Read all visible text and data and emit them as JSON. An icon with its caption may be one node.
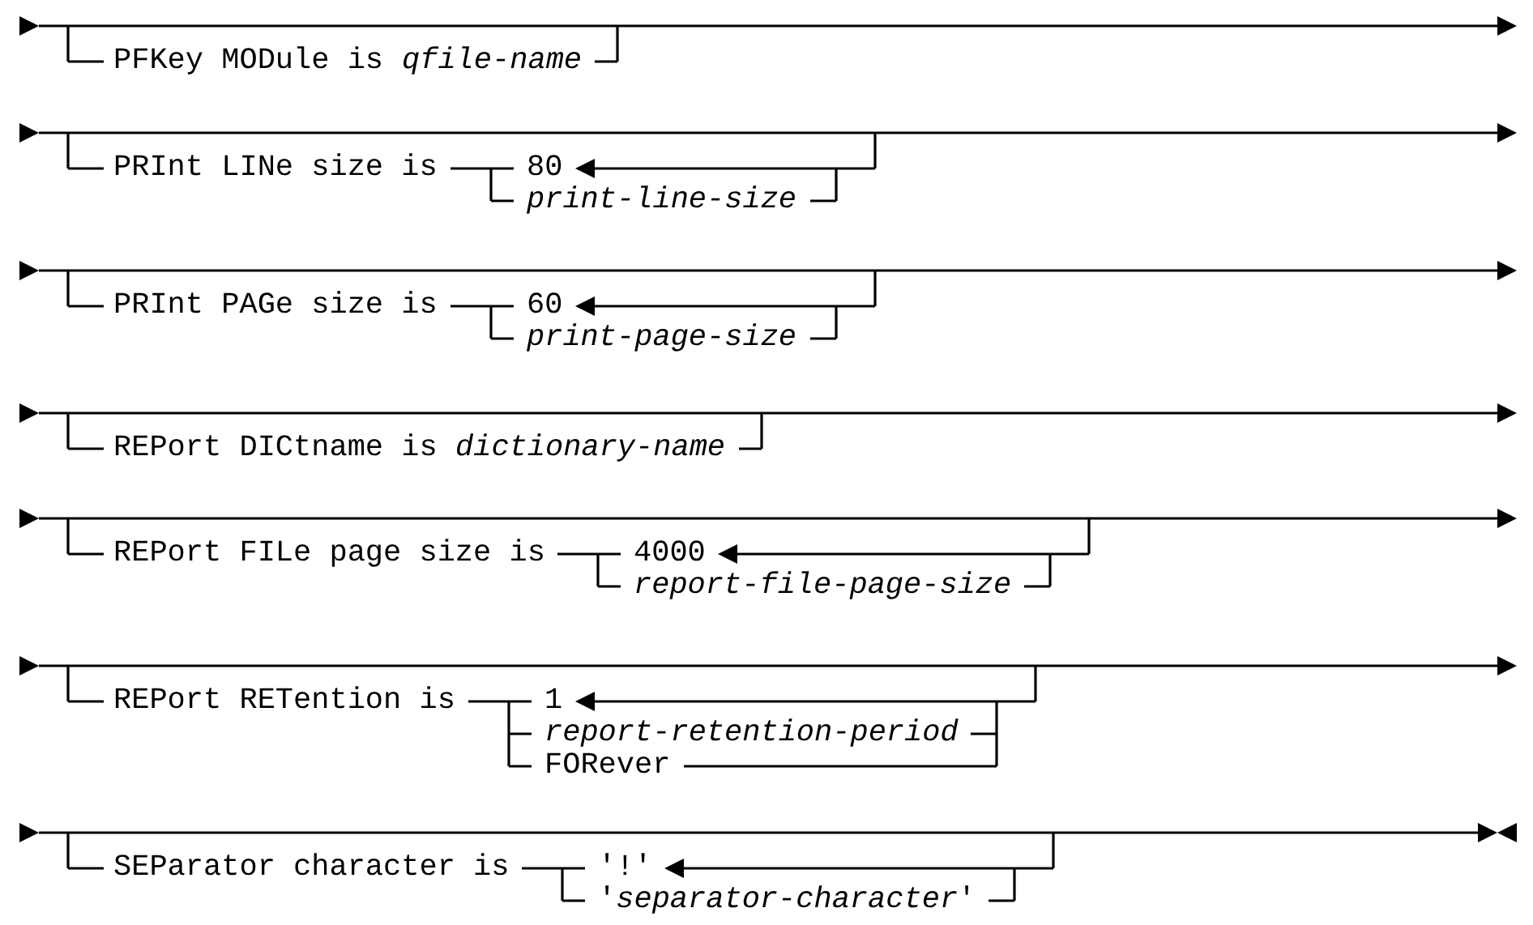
{
  "diagram": {
    "labels": [
      "PFKey MODule is",
      "qfile-name",
      "PRInt LINe size is",
      "80",
      "print-line-size",
      "PRInt PAGe size is",
      "60",
      "print-page-size",
      "REPort DICtname is",
      "dictionary-name",
      "REPort FILe page size is",
      "4000",
      "report-file-page-size",
      "REPort RETention is",
      "1",
      "report-retention-period",
      "FORever",
      "SEParator character is",
      "'!'",
      "'*separator-character*'"
    ]
  }
}
